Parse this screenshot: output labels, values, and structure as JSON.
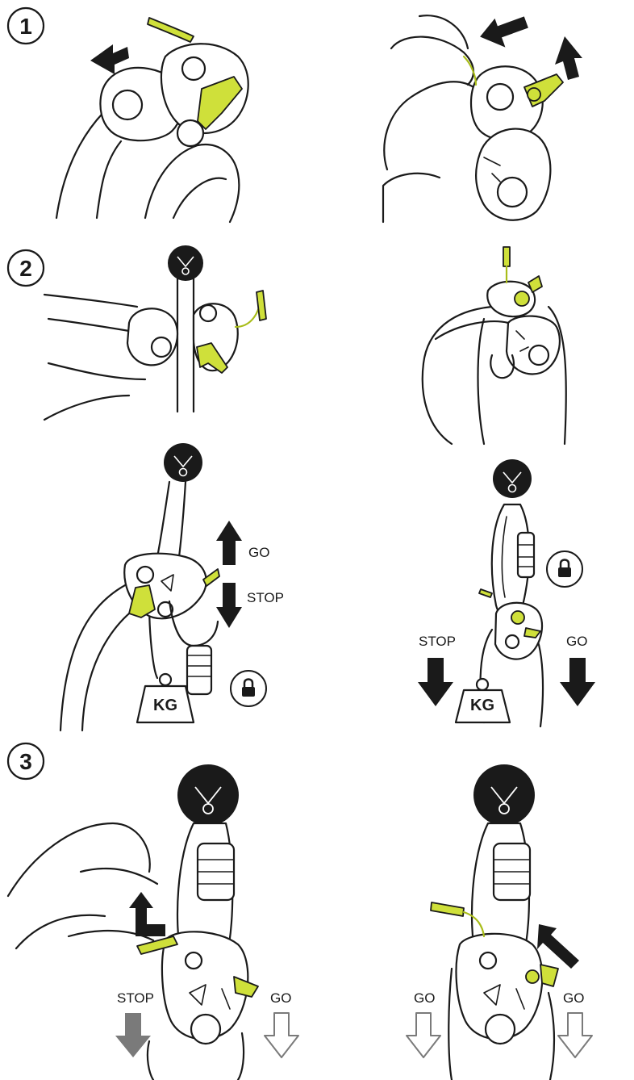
{
  "steps": [
    {
      "number": "1"
    },
    {
      "number": "2"
    },
    {
      "number": "3"
    }
  ],
  "labels": {
    "go_a": "GO",
    "stop_a": "STOP",
    "stop_b": "STOP",
    "go_b": "GO",
    "stop_c": "STOP",
    "go_c": "GO",
    "go_d": "GO",
    "go_e": "GO",
    "kg_a": "KG",
    "kg_b": "KG"
  },
  "colors": {
    "accent": "#cfe03a",
    "ink": "#1a1a1a",
    "grey_arrow": "#7a7a7a"
  },
  "icons": [
    "anchor-icon",
    "lock-icon",
    "weight-icon",
    "arrow-up-icon",
    "arrow-down-icon"
  ]
}
